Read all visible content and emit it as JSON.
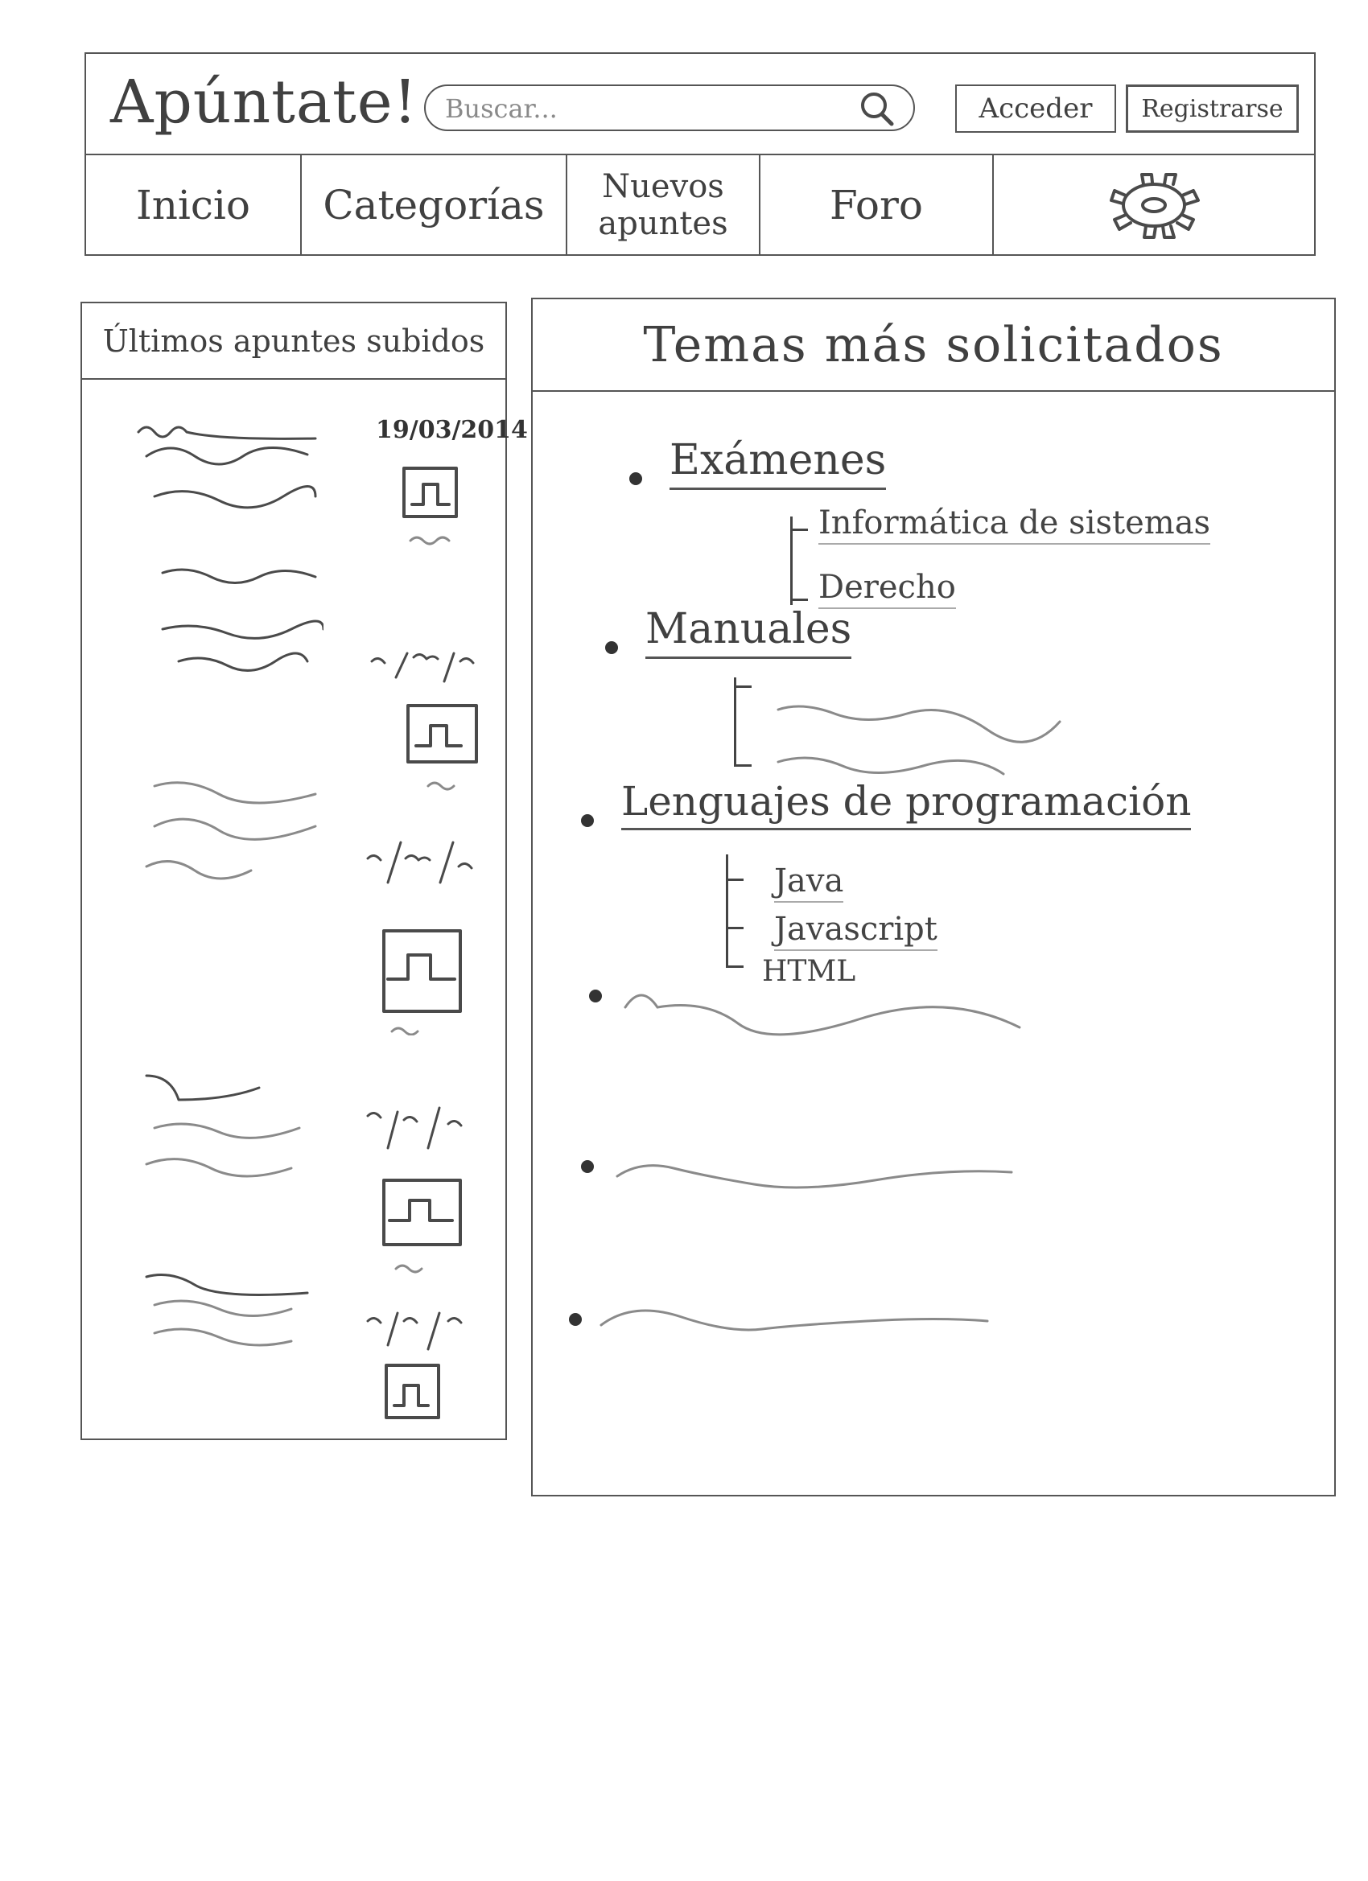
{
  "header": {
    "logo": "Apúntate!",
    "search": {
      "placeholder": "Buscar..."
    },
    "login_label": "Acceder",
    "register_label": "Registrarse"
  },
  "nav": {
    "items": [
      {
        "label": "Inicio"
      },
      {
        "label": "Categorías"
      },
      {
        "label": "Nuevos apuntes"
      },
      {
        "label": "Foro"
      }
    ],
    "settings_icon": "gear-icon"
  },
  "latest": {
    "title": "Últimos apuntes subidos",
    "items": [
      {
        "date": "19/03/2014"
      },
      {
        "date": ""
      },
      {
        "date": ""
      },
      {
        "date": ""
      },
      {
        "date": ""
      }
    ]
  },
  "topics": {
    "title": "Temas más solicitados",
    "categories": [
      {
        "label": "Exámenes",
        "children": [
          "Informática de sistemas",
          "Derecho"
        ]
      },
      {
        "label": "Manuales",
        "children": [
          "",
          ""
        ]
      },
      {
        "label": "Lenguajes de programación",
        "children": [
          "Java",
          "Javascript",
          "HTML"
        ]
      }
    ]
  },
  "colors": {
    "ink": "#4a4a4a",
    "paper": "#ffffff"
  }
}
